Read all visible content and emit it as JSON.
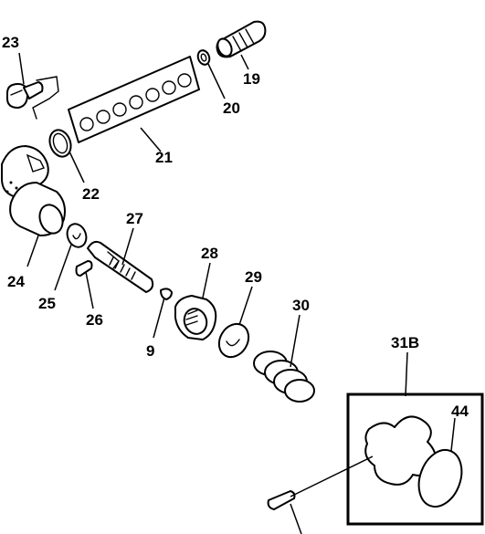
{
  "diagram": {
    "callouts": {
      "c23": "23",
      "c19": "19",
      "c20": "20",
      "c21": "21",
      "c22": "22",
      "c24": "24",
      "c25": "25",
      "c26": "26",
      "c27": "27",
      "c28": "28",
      "c9": "9",
      "c29": "29",
      "c30": "30",
      "c31b": "31B",
      "c44": "44"
    }
  }
}
